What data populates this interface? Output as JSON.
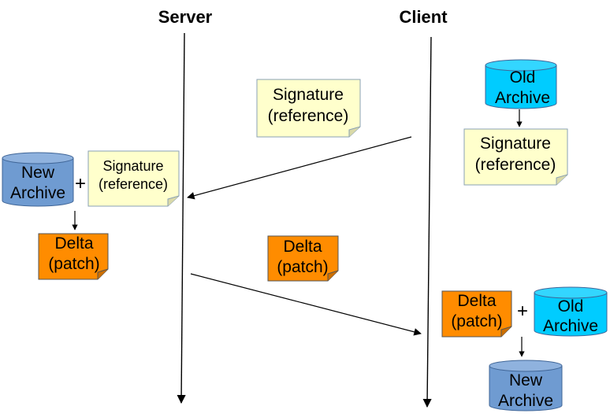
{
  "headers": {
    "server": "Server",
    "client": "Client"
  },
  "labels": {
    "old_archive": [
      "Old",
      "Archive"
    ],
    "new_archive": [
      "New",
      "Archive"
    ],
    "signature": [
      "Signature",
      "(reference)"
    ],
    "delta": [
      "Delta",
      "(patch)"
    ],
    "plus": "+"
  },
  "colors": {
    "note_yellow": "#ffffcc",
    "note_border": "#8aa0b5",
    "delta_orange": "#ff8c00",
    "old_archive_cyan": "#00ccff",
    "new_archive_blue": "#6f9bd1",
    "cylinder_border": "#3f6597",
    "line": "#000000"
  }
}
